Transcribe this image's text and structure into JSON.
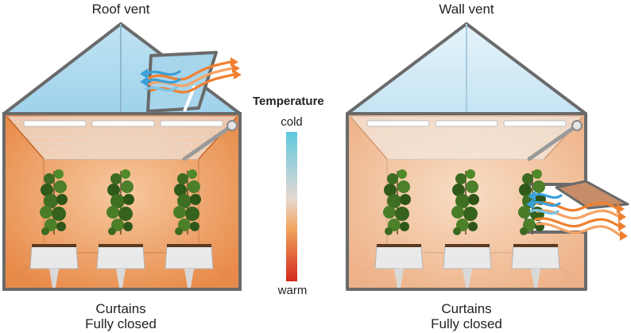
{
  "left_panel": {
    "title": "Roof vent",
    "caption_line1": "Curtains",
    "caption_line2": "Fully closed"
  },
  "right_panel": {
    "title": "Wall vent",
    "caption_line1": "Curtains",
    "caption_line2": "Fully closed"
  },
  "legend": {
    "title": "Temperature",
    "cold_label": "cold",
    "warm_label": "warm",
    "cold_color": "#5fc8e0",
    "warm_color": "#d42a1e"
  },
  "colors": {
    "frame": "#6a6a6a",
    "roof_glass": "#a9d8ee",
    "left_interior": "#ee9d62",
    "right_interior": "#f3c29d",
    "airflow_warm": "#f08030",
    "airflow_cold": "#3aa0d8"
  }
}
